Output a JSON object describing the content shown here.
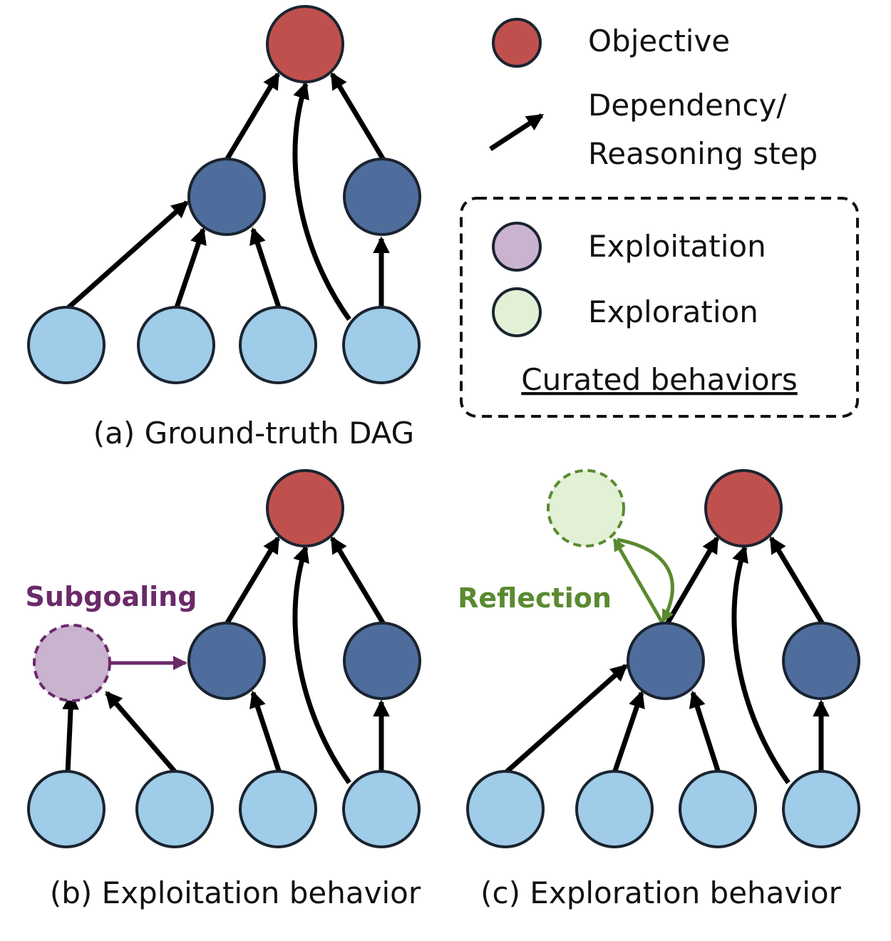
{
  "legend": {
    "objective": "Objective",
    "dependency_line1": "Dependency/",
    "dependency_line2": "Reasoning step",
    "exploitation": "Exploitation",
    "exploration": "Exploration",
    "curated": "Curated behaviors"
  },
  "panels": {
    "a": {
      "caption": "(a) Ground-truth DAG"
    },
    "b": {
      "caption": "(b) Exploitation behavior",
      "annotation": "Subgoaling"
    },
    "c": {
      "caption": "(c) Exploration behavior",
      "annotation": "Reflection"
    }
  },
  "colors": {
    "objective": "#c0504d",
    "intermediate": "#4f6d9c",
    "leaf": "#9fcce8",
    "exploitation": "#c9b3cf",
    "exploitation_accent": "#6a2a6a",
    "exploration": "#e2f0d6",
    "exploration_accent": "#5a8a30",
    "stroke": "#1a2430"
  }
}
